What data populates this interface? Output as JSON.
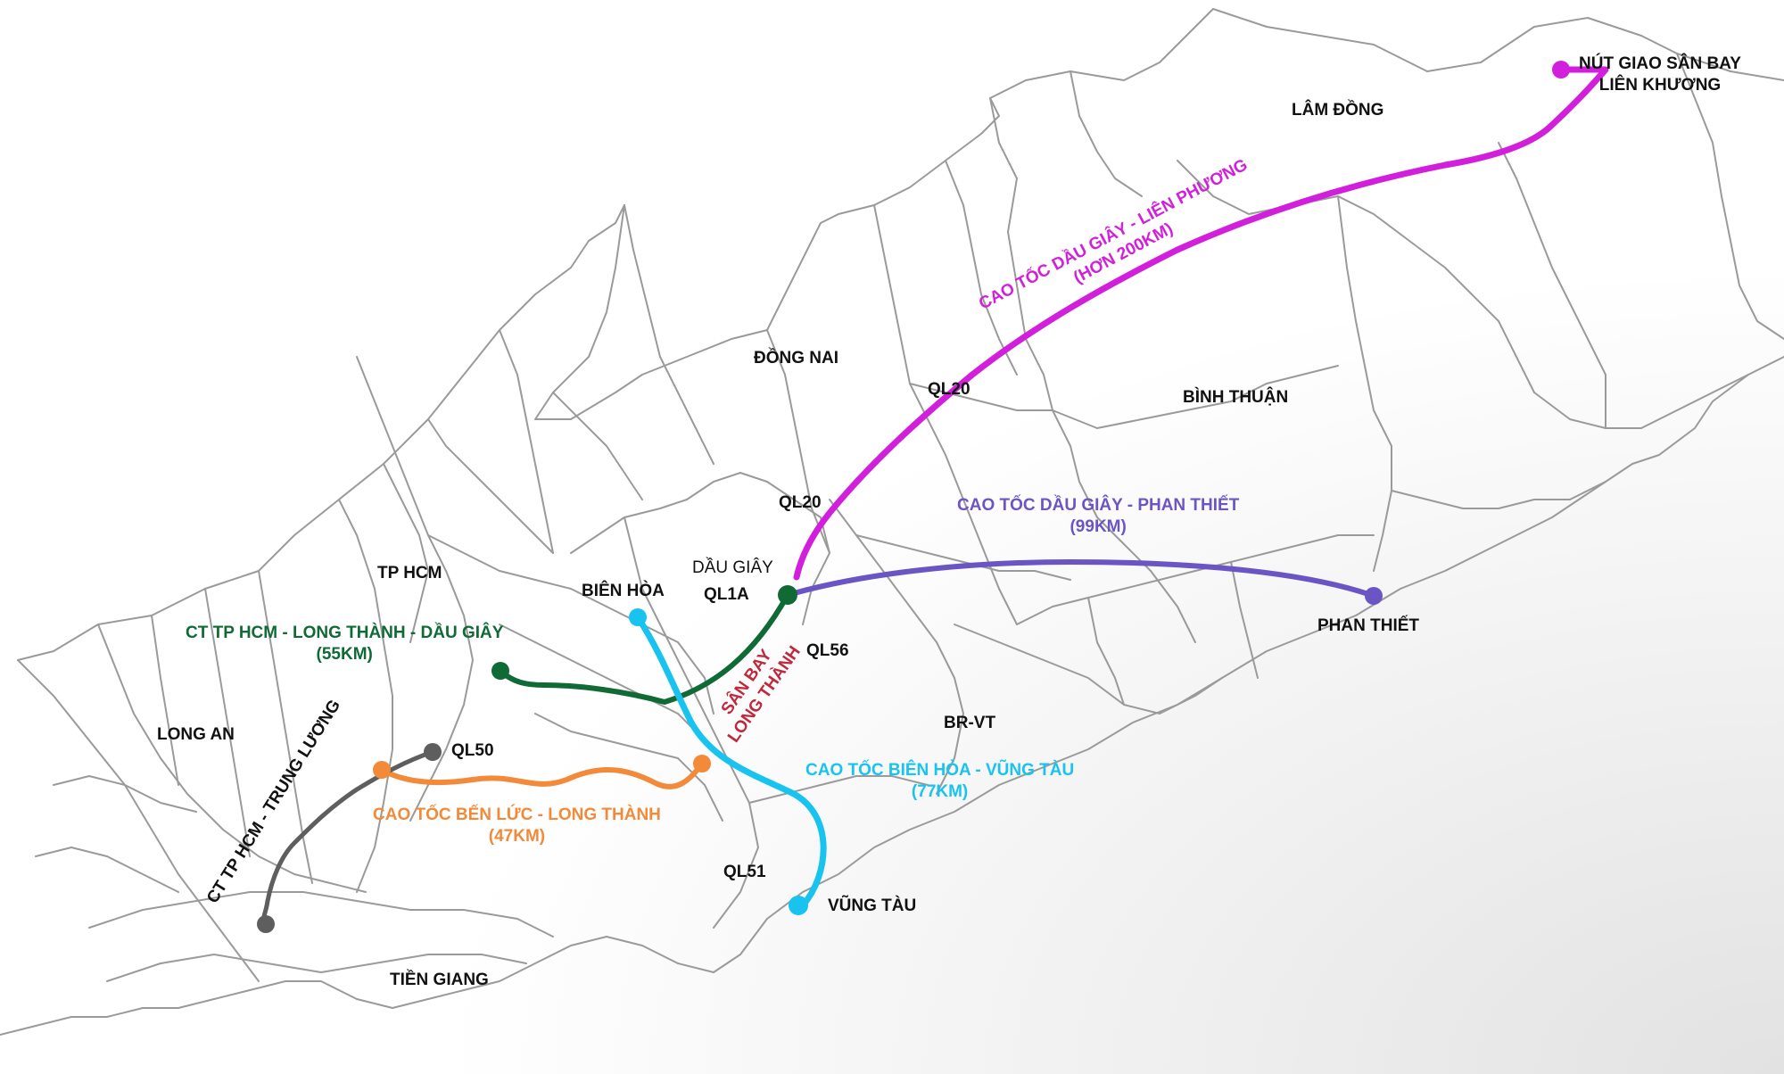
{
  "map": {
    "provinces": {
      "lam_dong": "LÂM ĐỒNG",
      "dong_nai": "ĐỒNG NAI",
      "binh_thuan": "BÌNH THUẬN",
      "tp_hcm": "TP HCM",
      "long_an": "LONG AN",
      "tien_giang": "TIỀN GIANG",
      "br_vt": "BR-VT"
    },
    "roads": {
      "ql20_upper": "QL20",
      "ql20_lower": "QL20",
      "ql1a": "QL1A",
      "ql56": "QL56",
      "ql50": "QL50",
      "ql51": "QL51"
    },
    "places": {
      "bien_hoa": "BIÊN HÒA",
      "dau_giay": "DẦU GIÂY",
      "phan_thiet": "PHAN THIẾT",
      "vung_tau": "VŨNG TÀU",
      "lien_khuong_line1": "NÚT GIAO SÂN BAY",
      "lien_khuong_line2": "LIÊN KHƯƠNG",
      "airport_line1": "SÂN BAY",
      "airport_line2": "LONG THÀNH"
    },
    "routes": [
      {
        "id": "dau_giay_lien_phuong",
        "name": "CAO TỐC DẦU GIÂY - LIÊN PHƯƠNG",
        "length": "(HƠN 200KM)",
        "color": "#d21fdc"
      },
      {
        "id": "dau_giay_phan_thiet",
        "name": "CAO TỐC DẦU GIÂY - PHAN THIẾT",
        "length": "(99KM)",
        "color": "#6b55c4"
      },
      {
        "id": "hcm_long_thanh_dau_giay",
        "name": "CT TP HCM - LONG THÀNH - DẦU GIÂY",
        "length": "(55KM)",
        "color": "#0f6a35"
      },
      {
        "id": "bien_hoa_vung_tau",
        "name": "CAO TỐC BIÊN HÒA - VŨNG TÀU",
        "length": "(77KM)",
        "color": "#19c3f0"
      },
      {
        "id": "ben_luc_long_thanh",
        "name": "CAO TỐC BẾN LỨC - LONG THÀNH",
        "length": "(47KM)",
        "color": "#f28a3a"
      },
      {
        "id": "hcm_trung_luong",
        "name": "CT TP HCM - TRUNG LƯƠNG",
        "length": "",
        "color": "#5e5e5e"
      }
    ],
    "colors": {
      "border_lines": "#9a9a9a",
      "background_top": "#ffffff",
      "background_shade": "#e9e9e9",
      "airport_label": "#c0283c",
      "label_text": "#111111"
    }
  }
}
